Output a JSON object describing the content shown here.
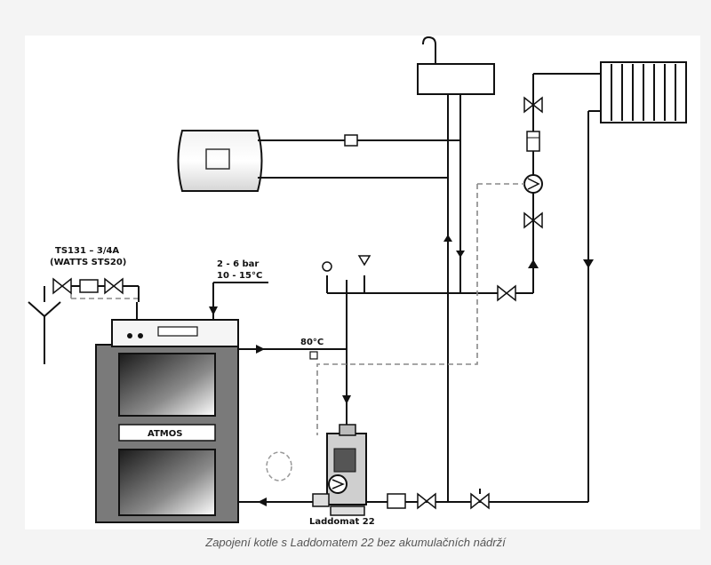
{
  "labels": {
    "valve_model_line1": "TS131 – 3/4A",
    "valve_model_line2": "(WATTS STS20)",
    "pressure": "2 - 6 bar",
    "temperature_in": "10 - 15°C",
    "thermo_80": "80°C",
    "boiler_brand": "ATMOS",
    "laddomat": "Laddomat 22"
  },
  "caption": "Zapojení kotle s Laddomatem 22 bez akumulačních nádrží"
}
